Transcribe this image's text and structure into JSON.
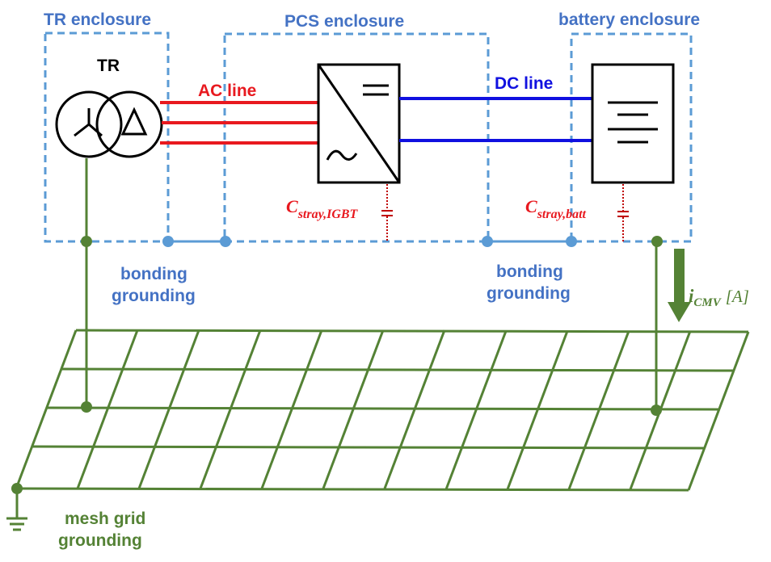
{
  "enclosures": {
    "tr": {
      "label": "TR enclosure"
    },
    "pcs": {
      "label": "PCS enclosure"
    },
    "battery": {
      "label": "battery enclosure"
    }
  },
  "transformer": {
    "label": "TR"
  },
  "lines": {
    "ac": {
      "label": "AC line"
    },
    "dc": {
      "label": "DC line"
    }
  },
  "capacitors": {
    "igbt": {
      "main": "C",
      "sub": "stray,IGBT"
    },
    "batt": {
      "main": "C",
      "sub": "stray,batt"
    }
  },
  "bonding_left": {
    "line1": "bonding",
    "line2": "grounding"
  },
  "bonding_right": {
    "line1": "bonding",
    "line2": "grounding"
  },
  "current": {
    "main": "i",
    "sub": "CMV",
    "unit": "[A]"
  },
  "mesh": {
    "line1": "mesh grid",
    "line2": "grounding"
  },
  "colors": {
    "enclosure_blue": "#5b9bd5",
    "label_blue": "#4472c4",
    "ac_red": "#e8191f",
    "dc_blue": "#1010e0",
    "ground_green": "#548235",
    "cap_red": "#c00000"
  }
}
